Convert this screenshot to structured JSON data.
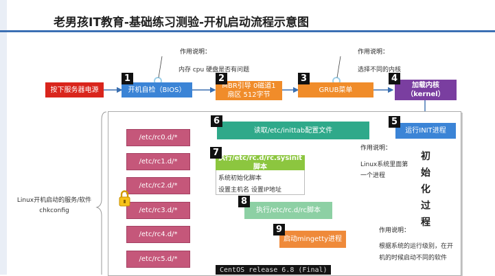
{
  "title": "老男孩IT教育-基础练习测验-开机启动流程示意图",
  "steps": {
    "power": "按下服务器电源",
    "s1": {
      "num": "1",
      "label": "开机自检（BIOS）"
    },
    "s2": {
      "num": "2",
      "label": "MBR引导 0磁道1扇区 512字节"
    },
    "s3": {
      "num": "3",
      "label": "GRUB菜单"
    },
    "s4": {
      "num": "4",
      "label": "加载内核（kernel）"
    },
    "s5": {
      "num": "5",
      "label": "运行INIT进程"
    },
    "s6": {
      "num": "6",
      "label": "读取/etc/inittab配置文件"
    },
    "s7": {
      "num": "7",
      "label": "执行/etc/rc.d/rc.sysinit脚本",
      "lines": [
        "系统初始化脚本",
        "设置主机名 设置IP地址"
      ]
    },
    "s8": {
      "num": "8",
      "label": "执行/etc/rc.d/rc脚本"
    },
    "s9": {
      "num": "9",
      "label": "启动mingetty进程"
    }
  },
  "notes": {
    "n1": {
      "head": "作用说明：",
      "body": "内存 cpu 硬盘是否有问题"
    },
    "n2": {
      "head": "作用说明：",
      "body": "选择不同的内核"
    },
    "n3": {
      "head": "作用说明：",
      "lines": [
        "Linux系统里面第",
        "一个进程"
      ]
    },
    "n4": {
      "head": "作用说明：",
      "lines": [
        "根据系统的运行级别，在开",
        "机的时候启动不同的软件"
      ]
    }
  },
  "rc_dirs": [
    "/etc/rc0.d/*",
    "/etc/rc1.d/*",
    "/etc/rc2.d/*",
    "/etc/rc3.d/*",
    "/etc/rc4.d/*",
    "/etc/rc5.d/*"
  ],
  "left_label": [
    "Linux开机启动的服务/软件",
    "chkconfig"
  ],
  "init_chars": [
    "初",
    "始",
    "化",
    "过",
    "程"
  ],
  "console_line": "CentOS release 6.8 (Final)",
  "colors": {
    "red": "#d9251c",
    "blue": "#3b84d6",
    "orange": "#f08c2a",
    "purple": "#7a3ea0",
    "teal": "#2fa98a",
    "green": "#8cc63f",
    "rc": "#c5577a",
    "rule": "#3b6fb3"
  }
}
